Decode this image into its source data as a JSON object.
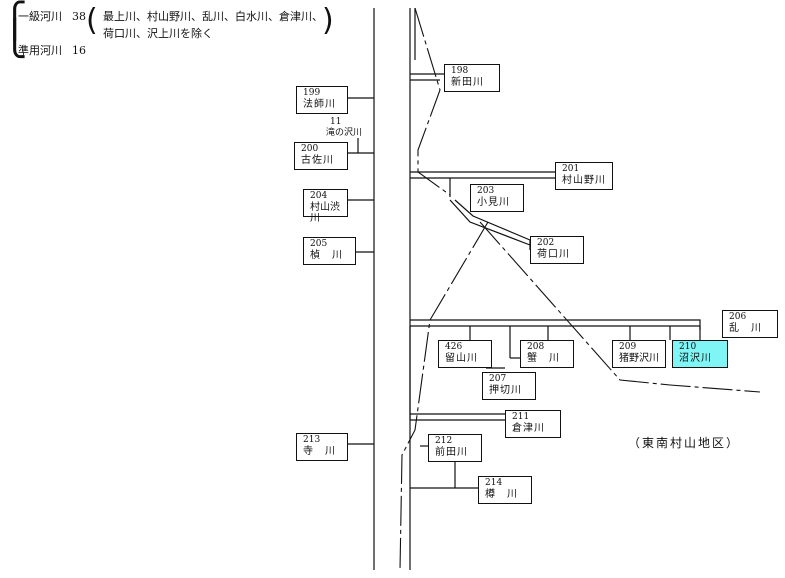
{
  "legend": {
    "line1_label": "一級河川",
    "line1_count": "38",
    "line1_note_a": "最上川、村山野川、乱川、白水川、倉津川、",
    "line1_note_b": "荷口川、沢上川を除く",
    "line2_label": "準用河川",
    "line2_count": "16"
  },
  "rivers": [
    {
      "num": "198",
      "name": "新田川"
    },
    {
      "num": "199",
      "name": "法師川"
    },
    {
      "num": "200",
      "name": "古佐川"
    },
    {
      "num": "201",
      "name": "村山野川"
    },
    {
      "num": "202",
      "name": "荷口川"
    },
    {
      "num": "203",
      "name": "小見川"
    },
    {
      "num": "204",
      "name": "村山渋川"
    },
    {
      "num": "205",
      "name": "楨　川"
    },
    {
      "num": "206",
      "name": "乱　川"
    },
    {
      "num": "207",
      "name": "押切川"
    },
    {
      "num": "208",
      "name": "蟹　川"
    },
    {
      "num": "209",
      "name": "猪野沢川"
    },
    {
      "num": "210",
      "name": "沼沢川"
    },
    {
      "num": "211",
      "name": "倉津川"
    },
    {
      "num": "212",
      "name": "前田川"
    },
    {
      "num": "213",
      "name": "寺　川"
    },
    {
      "num": "214",
      "name": "樽　川"
    },
    {
      "num": "426",
      "name": "留山川"
    }
  ],
  "free_label": {
    "num": "11",
    "name": "滝の沢川"
  },
  "area_label": "（東南村山地区）",
  "highlight_color": "#7ff5f5"
}
